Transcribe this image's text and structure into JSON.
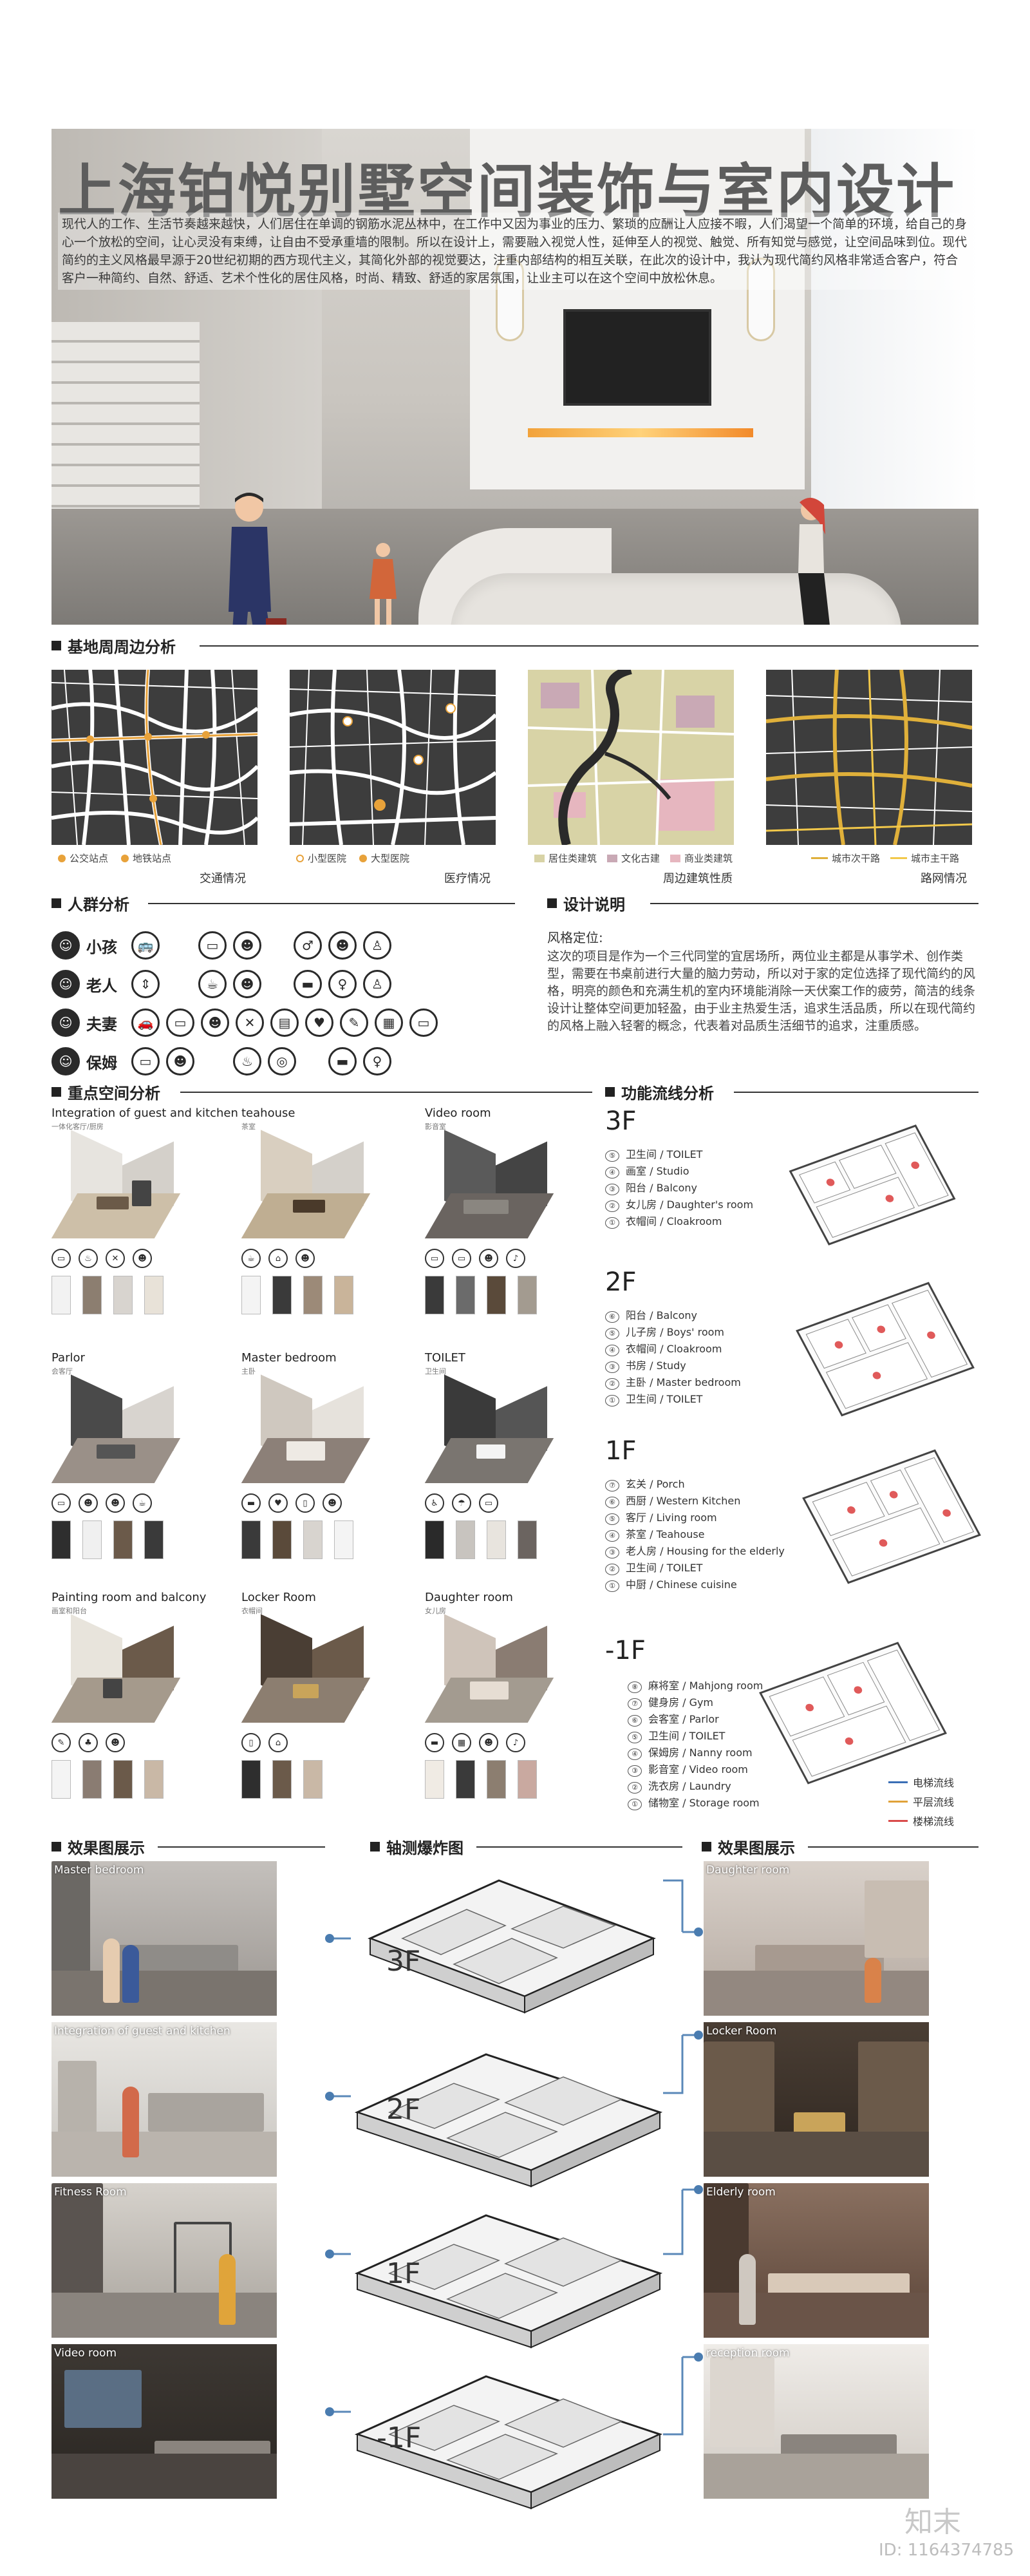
{
  "hero": {
    "title": "上海铂悦别墅空间装饰与室内设计",
    "intro": "现代人的工作、生活节奏越来越快，人们居住在单调的钢筋水泥丛林中，在工作中又因为事业的压力、繁琐的应酬让人应接不暇，人们渴望一个简单的环境，给自己的身心一个放松的空间，让心灵没有束缚，让自由不受承重墙的限制。所以在设计上，需要融入视觉人性，延伸至人的视觉、触觉、所有知觉与感觉，让空间品味到位。现代简约的主义风格最早源于20世纪初期的西方现代主义，其简化外部的视觉要达，注重内部结构的相互关联，在此次的设计中，我认为现代简约风格非常适合客户，符合客户一种简约、自然、舒适、艺术个性化的居住风格，时尚、精致、舒适的家居氛围，让业主可以在这个空间中放松休息。"
  },
  "sections": {
    "site": "基地周周边分析",
    "crowd": "人群分析",
    "design": "设计说明",
    "key_spaces": "重点空间分析",
    "flow": "功能流线分析",
    "renders_left": "效果图展示",
    "exploded": "轴测爆炸图",
    "renders_right": "效果图展示"
  },
  "maps": [
    {
      "legend": [
        "公交站点",
        "地铁站点"
      ],
      "caption": "交通情况",
      "colors": [
        "#e8a23a",
        "#e8a23a"
      ]
    },
    {
      "legend": [
        "小型医院",
        "大型医院"
      ],
      "caption": "医疗情况",
      "colors": [
        "#e8a23a",
        "#e8a23a"
      ]
    },
    {
      "legend": [
        "居住类建筑",
        "文化古建",
        "商业类建筑"
      ],
      "caption": "周边建筑性质",
      "colors": [
        "#d8d3a6",
        "#c9a9b5",
        "#e6b6bf"
      ]
    },
    {
      "legend": [
        "城市次干路",
        "城市主干路"
      ],
      "caption": "路网情况",
      "colors": [
        "#e0b03a",
        "#f2c84a"
      ]
    }
  ],
  "crowd": {
    "rows": [
      {
        "label": "小孩"
      },
      {
        "label": "老人"
      },
      {
        "label": "夫妻"
      },
      {
        "label": "保姆"
      }
    ]
  },
  "design": {
    "subtitle": "风格定位:",
    "text": "这次的项目是作为一个三代同堂的宜居场所，两位业主都是从事学术、创作类型，需要在书桌前进行大量的脑力劳动，所以对于家的定位选择了现代简约的风格，明亮的颜色和充满生机的室内环境能消除一天伏案工作的疲劳，简洁的线条设计让整体空间更加轻盈，由于业主热爱生活，追求生活品质，所以在现代简约的风格上融入轻奢的概念，代表着对品质生活细节的追求，注重质感。"
  },
  "key_spaces": [
    {
      "title": "Integration of guest and kitchen",
      "sub": "一体化客厅/厨房"
    },
    {
      "title": "teahouse",
      "sub": "茶室"
    },
    {
      "title": "Video room",
      "sub": "影音室"
    },
    {
      "title": "Parlor",
      "sub": "会客厅"
    },
    {
      "title": "Master bedroom",
      "sub": "主卧"
    },
    {
      "title": "TOILET",
      "sub": "卫生间"
    },
    {
      "title": "Painting room and balcony",
      "sub": "画室和阳台"
    },
    {
      "title": "Locker Room",
      "sub": "衣帽间"
    },
    {
      "title": "Daughter room",
      "sub": "女儿房"
    }
  ],
  "flow": {
    "floors": [
      {
        "label": "3F",
        "items": [
          {
            "n": "⑤",
            "text": "卫生间 / TOILET"
          },
          {
            "n": "④",
            "text": "画室 / Studio"
          },
          {
            "n": "③",
            "text": "阳台 / Balcony"
          },
          {
            "n": "②",
            "text": "女儿房 / Daughter's room"
          },
          {
            "n": "①",
            "text": "衣帽间 / Cloakroom"
          }
        ]
      },
      {
        "label": "2F",
        "items": [
          {
            "n": "⑥",
            "text": "阳台 / Balcony"
          },
          {
            "n": "⑤",
            "text": "儿子房 / Boys' room"
          },
          {
            "n": "④",
            "text": "衣帽间 / Cloakroom"
          },
          {
            "n": "③",
            "text": "书房 / Study"
          },
          {
            "n": "②",
            "text": "主卧 / Master bedroom"
          },
          {
            "n": "①",
            "text": "卫生间 / TOILET"
          }
        ]
      },
      {
        "label": "1F",
        "items": [
          {
            "n": "⑦",
            "text": "玄关 / Porch"
          },
          {
            "n": "⑥",
            "text": "西厨 / Western Kitchen"
          },
          {
            "n": "⑤",
            "text": "客厅 / Living room"
          },
          {
            "n": "④",
            "text": "茶室 / Teahouse"
          },
          {
            "n": "③",
            "text": "老人房 / Housing for the elderly"
          },
          {
            "n": "②",
            "text": "卫生间 / TOILET"
          },
          {
            "n": "①",
            "text": "中厨 / Chinese cuisine"
          }
        ]
      },
      {
        "label": "-1F",
        "items": [
          {
            "n": "⑧",
            "text": "麻将室 / Mahjong room"
          },
          {
            "n": "⑦",
            "text": "健身房 / Gym"
          },
          {
            "n": "⑥",
            "text": "会客室 / Parlor"
          },
          {
            "n": "⑤",
            "text": "卫生间 / TOILET"
          },
          {
            "n": "④",
            "text": "保姆房 / Nanny room"
          },
          {
            "n": "③",
            "text": "影音室 / Video room"
          },
          {
            "n": "②",
            "text": "洗衣房 / Laundry"
          },
          {
            "n": "①",
            "text": "储物室 / Storage room"
          }
        ]
      }
    ],
    "legend": [
      {
        "label": "电梯流线",
        "color": "#3b6fb6"
      },
      {
        "label": "平层流线",
        "color": "#e0a23a"
      },
      {
        "label": "楼梯流线",
        "color": "#d94a4a"
      }
    ]
  },
  "renders_left": [
    {
      "caption": "Master bedroom"
    },
    {
      "caption": "Integration of guest and kitchen"
    },
    {
      "caption": "Fitness Room"
    },
    {
      "caption": "Video room"
    }
  ],
  "renders_right": [
    {
      "caption": "Daughter room"
    },
    {
      "caption": "Locker Room"
    },
    {
      "caption": "Elderly room"
    },
    {
      "caption": "reception room"
    }
  ],
  "exploded": {
    "levels": [
      "3F",
      "2F",
      "1F",
      "-1F"
    ]
  },
  "watermark": {
    "brand": "知末",
    "id": "ID: 1164374785"
  }
}
